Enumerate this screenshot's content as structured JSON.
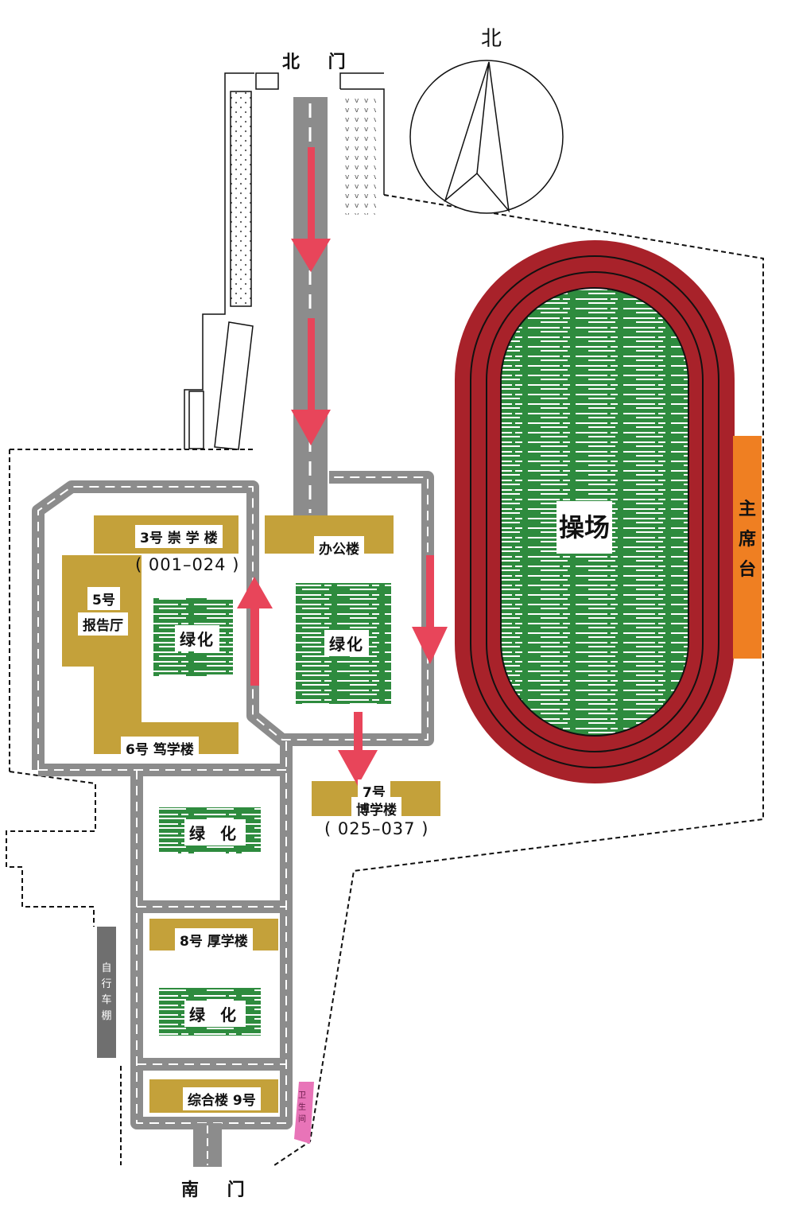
{
  "compass": {
    "label": "北"
  },
  "gates": {
    "north": "北 门",
    "south": "南 门"
  },
  "buildings": {
    "chongxue": "3号  崇 学 楼",
    "baogao_no": "5号",
    "baogao_name": "报告厅",
    "duxue": "6号  笃学楼",
    "bangong": "办公楼",
    "boxue_no": "7号",
    "boxue_name": "博学楼",
    "houxue": "8号  厚学楼",
    "zonghe": "综合楼   9号"
  },
  "rooms": {
    "range_1": "( 001–024 )",
    "range_2": "( 025–037 )"
  },
  "green": {
    "g1": "绿化",
    "g2": "绿化",
    "g3": "绿 化",
    "g4": "绿 化"
  },
  "facilities": {
    "playground": "操场",
    "rostrum": "主席台",
    "bike_shed": "自行车棚",
    "restroom": "卫生间"
  },
  "colors": {
    "road": "#8c8c8c",
    "building": "#c4a13a",
    "green": "#2e8b3e",
    "track": "#a8222a",
    "rostrum": "#ef7f22",
    "arrow": "#e8455a",
    "restroom": "#e874b8",
    "bike_shed": "#6f6f6f"
  }
}
